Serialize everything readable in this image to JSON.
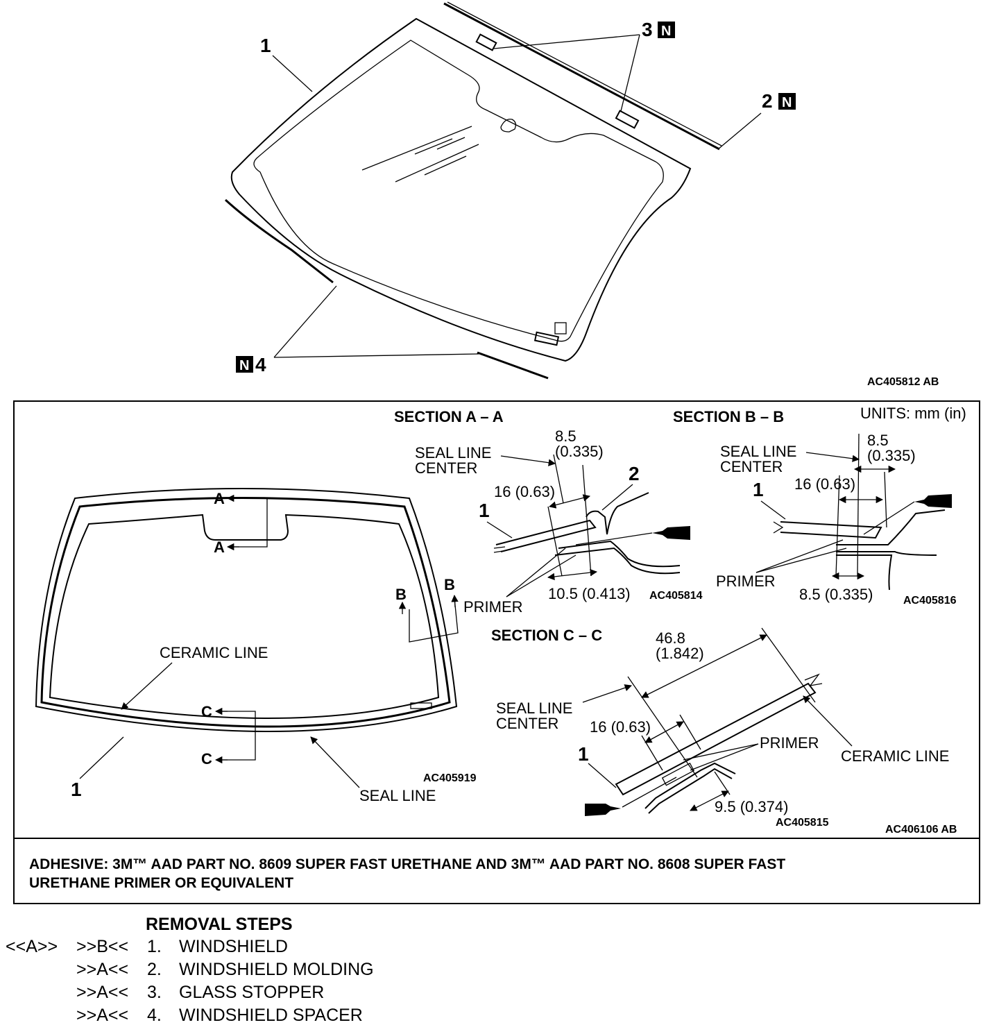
{
  "top_figure": {
    "callouts": {
      "c1": "1",
      "c2": "2",
      "c3": "3",
      "c4": "4",
      "n_mark": "N"
    },
    "figure_code": "AC405812 AB"
  },
  "section_panel": {
    "units": "UNITS: mm (in)",
    "overview": {
      "marker_a": "A",
      "marker_b": "B",
      "marker_c": "C",
      "ceramic_line": "CERAMIC LINE",
      "seal_line": "SEAL LINE",
      "callout_1": "1",
      "code": "AC405919"
    },
    "section_aa": {
      "title": "SECTION A – A",
      "seal_line_center_1": "SEAL LINE",
      "seal_line_center_2": "CENTER",
      "dim_top_1": "8.5",
      "dim_top_2": "(0.335)",
      "dim_16": "16 (0.63)",
      "dim_bottom": "10.5 (0.413)",
      "primer": "PRIMER",
      "callout_1": "1",
      "callout_2": "2",
      "code": "AC405814"
    },
    "section_bb": {
      "title": "SECTION B – B",
      "seal_line_center_1": "SEAL LINE",
      "seal_line_center_2": "CENTER",
      "dim_top_1": "8.5",
      "dim_top_2": "(0.335)",
      "dim_16": "16 (0.63)",
      "dim_bottom": "8.5 (0.335)",
      "primer": "PRIMER",
      "callout_1": "1",
      "code": "AC405816"
    },
    "section_cc": {
      "title": "SECTION C – C",
      "seal_line_center_1": "SEAL LINE",
      "seal_line_center_2": "CENTER",
      "dim_top_1": "46.8",
      "dim_top_2": "(1.842)",
      "dim_16": "16 (0.63)",
      "dim_bottom": "9.5 (0.374)",
      "primer": "PRIMER",
      "ceramic_line": "CERAMIC LINE",
      "callout_1": "1",
      "code": "AC405815"
    },
    "panel_code": "AC406106 AB"
  },
  "adhesive_note": {
    "line1": "ADHESIVE: 3M™ AAD PART NO. 8609 SUPER FAST URETHANE AND 3M™ AAD PART NO. 8608 SUPER FAST",
    "line2": "URETHANE PRIMER OR EQUIVALENT"
  },
  "removal_steps": {
    "header": "REMOVAL STEPS",
    "steps": [
      {
        "ref_a": "<<A>>",
        "ref_b": ">>B<<",
        "num": "1.",
        "name": "WINDSHIELD"
      },
      {
        "ref_a": "",
        "ref_b": ">>A<<",
        "num": "2.",
        "name": "WINDSHIELD MOLDING"
      },
      {
        "ref_a": "",
        "ref_b": ">>A<<",
        "num": "3.",
        "name": "GLASS STOPPER"
      },
      {
        "ref_a": "",
        "ref_b": ">>A<<",
        "num": "4.",
        "name": "WINDSHIELD SPACER"
      }
    ]
  }
}
